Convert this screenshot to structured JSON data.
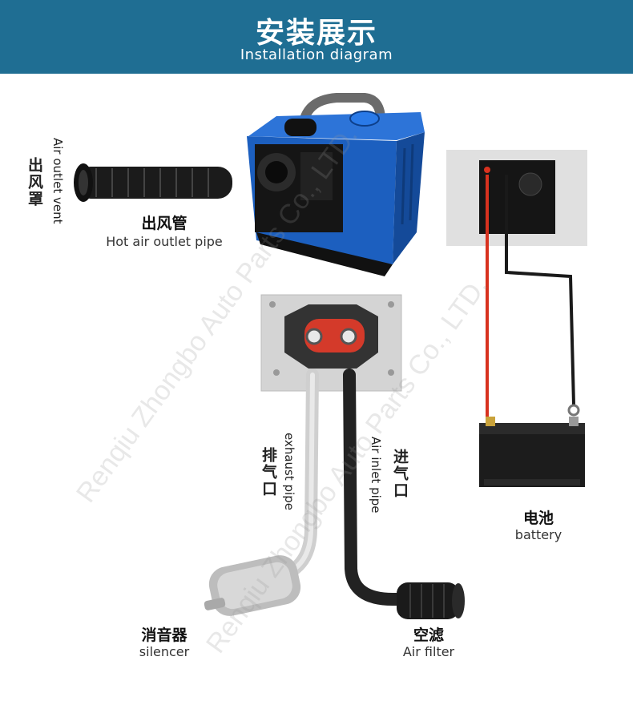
{
  "header": {
    "title_zh": "安装展示",
    "title_en": "Installation diagram",
    "bg_color": "#1f6e93"
  },
  "labels": {
    "outlet_vent_zh": "出风罩",
    "outlet_vent_en": "Air outlet vent",
    "outlet_pipe_zh": "出风管",
    "outlet_pipe_en": "Hot air outlet pipe",
    "exhaust_zh": "排气口",
    "exhaust_en": "exhaust pipe",
    "inlet_zh": "进气口",
    "inlet_en": "Air inlet pipe",
    "battery_zh": "电池",
    "battery_en": "battery",
    "silencer_zh": "消音器",
    "silencer_en": "silencer",
    "filter_zh": "空滤",
    "filter_en": "Air filter"
  },
  "watermark": "Renqiu Zhongbo Auto Parts Co., LTD.",
  "colors": {
    "heater_blue": "#1a5fc4",
    "red_wire": "#d8321f",
    "black_wire": "#1a1a1a"
  }
}
